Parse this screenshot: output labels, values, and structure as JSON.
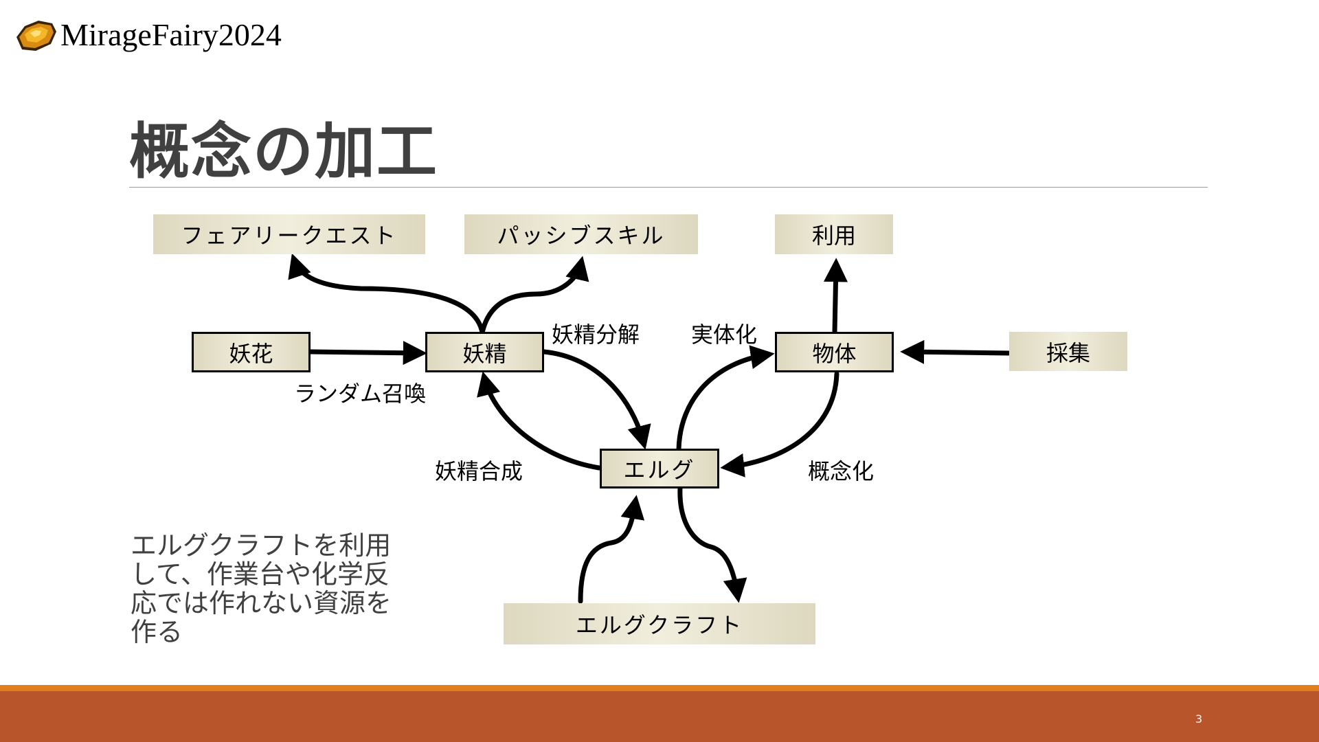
{
  "header": {
    "logo_text": "MirageFairy2024"
  },
  "slide": {
    "title": "概念の加工",
    "page_number": "3"
  },
  "nodes": {
    "fairy_quest": "フェアリークエスト",
    "passive_skill": "パッシブスキル",
    "riyou": "利用",
    "youka": "妖花",
    "yousei": "妖精",
    "buttai": "物体",
    "saishuu": "採集",
    "erg": "エルグ",
    "erg_craft": "エルグクラフト"
  },
  "edge_labels": {
    "random_summon": "ランダム召喚",
    "fairy_decompose": "妖精分解",
    "materialize": "実体化",
    "fairy_synthesis": "妖精合成",
    "conceptualize": "概念化"
  },
  "note": {
    "text": "エルグクラフトを利用して、作業台や化学反応では作れない資源を作る"
  },
  "colors": {
    "title_text": "#404040",
    "node_fill": "#e8e4cd",
    "footer_orange": "#e07f1c",
    "footer_brown": "#b9552b"
  },
  "icons": {
    "logo": "orange-crystal-icon"
  }
}
